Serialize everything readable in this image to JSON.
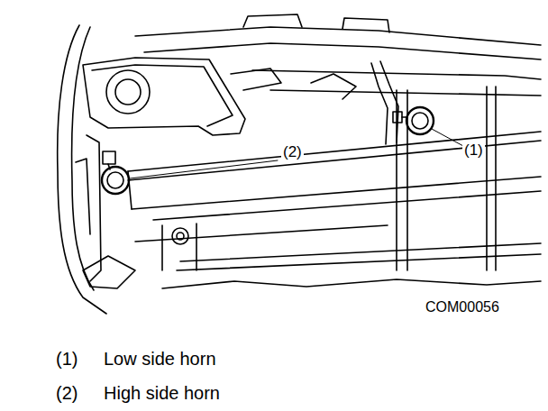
{
  "diagram": {
    "labels": [
      "(2)",
      "(1)",
      "COM00056",
      "(1)",
      "Low side horn",
      "(2)",
      "High side horn"
    ]
  }
}
